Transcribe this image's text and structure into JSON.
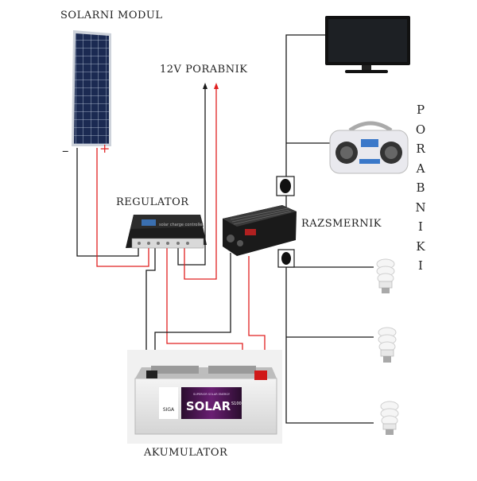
{
  "labels": {
    "solar_module": "SOLARNI MODUL",
    "load_12v": "12V PORABNIK",
    "regulator": "REGULATOR",
    "inverter": "RAZSMERNIK",
    "battery": "AKUMULATOR",
    "consumers": "PORABNIKI"
  },
  "polarity": {
    "minus": "–",
    "plus": "+"
  },
  "battery_brand": {
    "brand": "SIGA",
    "series_small": "SUPERIOR SOLAR ENERGY",
    "series": "SOLAR",
    "model": "S100"
  },
  "colors": {
    "positive_wire": "#e02020",
    "negative_wire": "#1a1a1a"
  },
  "icons": [
    "solar-panel-icon",
    "charge-controller-icon",
    "inverter-icon",
    "battery-icon",
    "tv-icon",
    "boombox-icon",
    "cfl-bulb-icon"
  ]
}
